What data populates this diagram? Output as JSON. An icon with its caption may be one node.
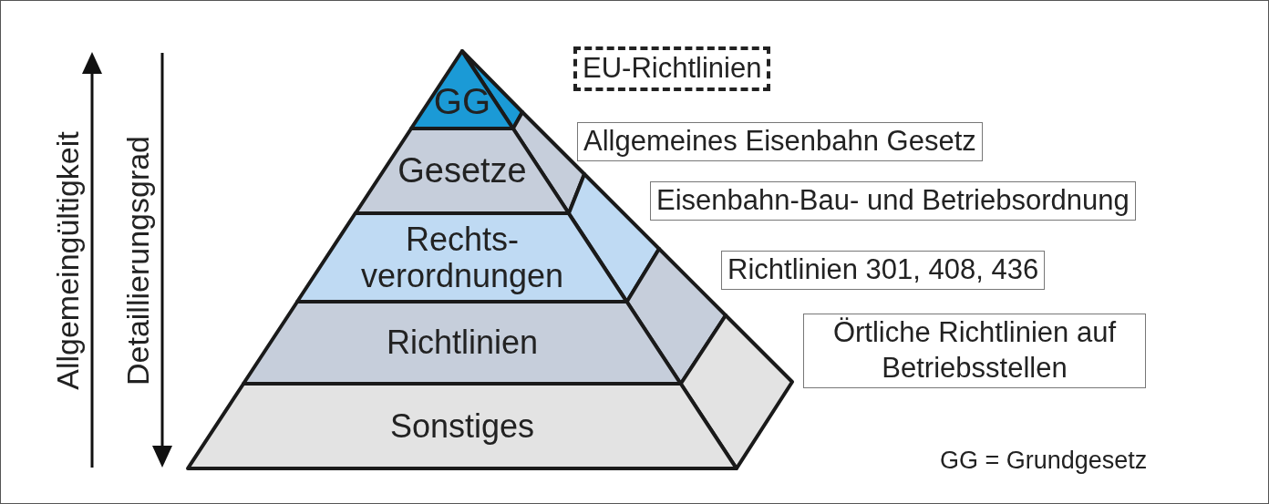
{
  "diagram": {
    "nodes": [
      {
        "text": [
          "GG"
        ]
      },
      {
        "text": [
          "Gesetze"
        ]
      },
      {
        "text": [
          "Rechts- verordnungen"
        ]
      },
      {
        "text": [
          "Richtlinien"
        ]
      },
      {
        "text": [
          "Sonstiges"
        ]
      },
      {
        "text": [
          "EU-Richtlinien"
        ]
      },
      {
        "text": [
          "Allgemeines Eisenbahn Gesetz"
        ]
      },
      {
        "text": [
          "Eisenbahn-Bau- und Betriebsordnung"
        ]
      },
      {
        "text": [
          "Richtlinien 301, 408, 436"
        ]
      },
      {
        "text": [
          "Örtliche Richtlinien auf Betriebsstellen"
        ]
      }
    ],
    "labels": [
      "Allgemeingültigkeit",
      "Detaillierungsgrad",
      "GG = Grundgesetz"
    ]
  }
}
